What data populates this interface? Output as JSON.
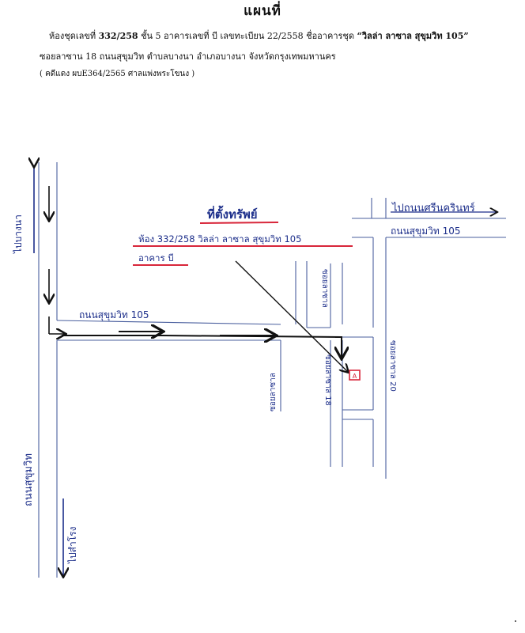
{
  "header": {
    "title": "แผนที่",
    "line1_prefix": "ห้องชุดเลขที่",
    "unit_no": "332/258",
    "line1_mid": "ชั้น 5 อาคารเลขที่ บี เลขทะเบียน",
    "reg_no": "22/2558",
    "line1_bname_label": "ชื่ออาคารชุด",
    "building_name": "“วิลล่า ลาซาล สุขุมวิท 105”",
    "line2": "ซอยลาซาน 18 ถนนสุขุมวิท ตำบลบางนา อำเภอบางนา จังหวัดกรุงเทพมหานคร",
    "line3": "( คดีแดง ผบE364/2565 ศาลแพ่งพระโขนง )"
  },
  "map": {
    "property_heading": "ที่ตั้งทรัพย์",
    "property_line1": "ห้อง 332/258 วิลล่า ลาซาล สุขุมวิท 105",
    "property_line2": "อาคาร บี",
    "to_srinakarin": "ไปถนนศรีนครินทร์",
    "sukhumvit105_right": "ถนนสุขุมวิท 105",
    "sukhumvit105_left": "ถนนสุขุมวิท 105",
    "to_bangna": "ไปบางนา",
    "sukhumvit_road": "ถนนสุขุมวิท",
    "to_samrong": "ไปสำโรง",
    "soi_a": "ซอยลาซาล",
    "soi_b": "ซอยลาซาล",
    "soi_18": "ซอยลาซาล 18",
    "soi_20": "ซอยลาซาล 20",
    "property_marker": "A",
    "ink_color": "#1c2e8a",
    "underline_color": "#d8263a",
    "road_color": "#4a5f9e"
  }
}
